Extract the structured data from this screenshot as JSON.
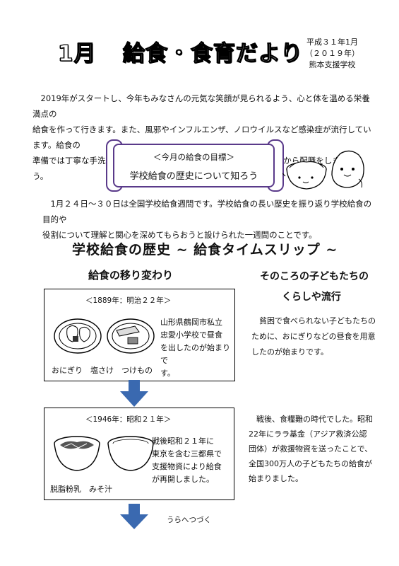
{
  "header": {
    "title_month": "1月",
    "title_main": "給食・食育だより",
    "date_line1": "平成３１年1月",
    "date_line2": "（２０１９年）",
    "school": "熊本支援学校"
  },
  "intro": {
    "line1": "　2019年がスタートし、今年もみなさんの元気な笑顔が見られるよう、心と体を温める栄養満点の",
    "line2": "給食を作って行きます。また、風邪やインフルエンザ、ノロウイルスなど感染症が流行しています。給食の",
    "line3": "準備では丁寧な手洗いをし、エプロン、三角巾などの身なりを整えてから配膳をしましょう。"
  },
  "goal": {
    "heading": "＜今月の給食の目標＞",
    "text": "学校給食の歴史について知ろう"
  },
  "week": {
    "line1": "　1月２４日～３０日は全国学校給食週間です。学校給食の長い歴史を振り返り学校給食の目的や",
    "line2": "役割について理解と関心を深めてもらおうと設けられた一週間のことです。"
  },
  "history": {
    "section_title": "学校給食の歴史 ~ 給食タイムスリップ ~",
    "left_heading": "給食の移り変わり",
    "right_heading_1": "そのころの子どもたちの",
    "right_heading_2": "くらしや流行",
    "era1": {
      "label": "＜1889年：明治２２年＞",
      "text_1": "山形県鶴岡市私立",
      "text_2": "忠愛小学校で昼食",
      "text_3": "を出したのが始まりで",
      "text_4": "す。",
      "caption": "おにぎり　塩さけ　つけもの",
      "side_1": "　貧困で食べられない子どもたちの",
      "side_2": "ために、おにぎりなどの昼食を用意",
      "side_3": "したのが始まりです。"
    },
    "era2": {
      "label": "＜1946年：昭和２１年＞",
      "text_1": "戦後昭和２１年に",
      "text_2": "東京を含む三都県で",
      "text_3": "支援物資により給食",
      "text_4": "が再開しました。",
      "caption": "脱脂粉乳　みそ汁",
      "side_1": "　戦後、食糧難の時代でした。昭和",
      "side_2": "22年にララ基金（アジア救済公認",
      "side_3": "団体）が救援物資を送ったことで、",
      "side_4": "全国300万人の子どもたちの給食が",
      "side_5": "始まりました。"
    },
    "continued": "うらへつづく"
  }
}
